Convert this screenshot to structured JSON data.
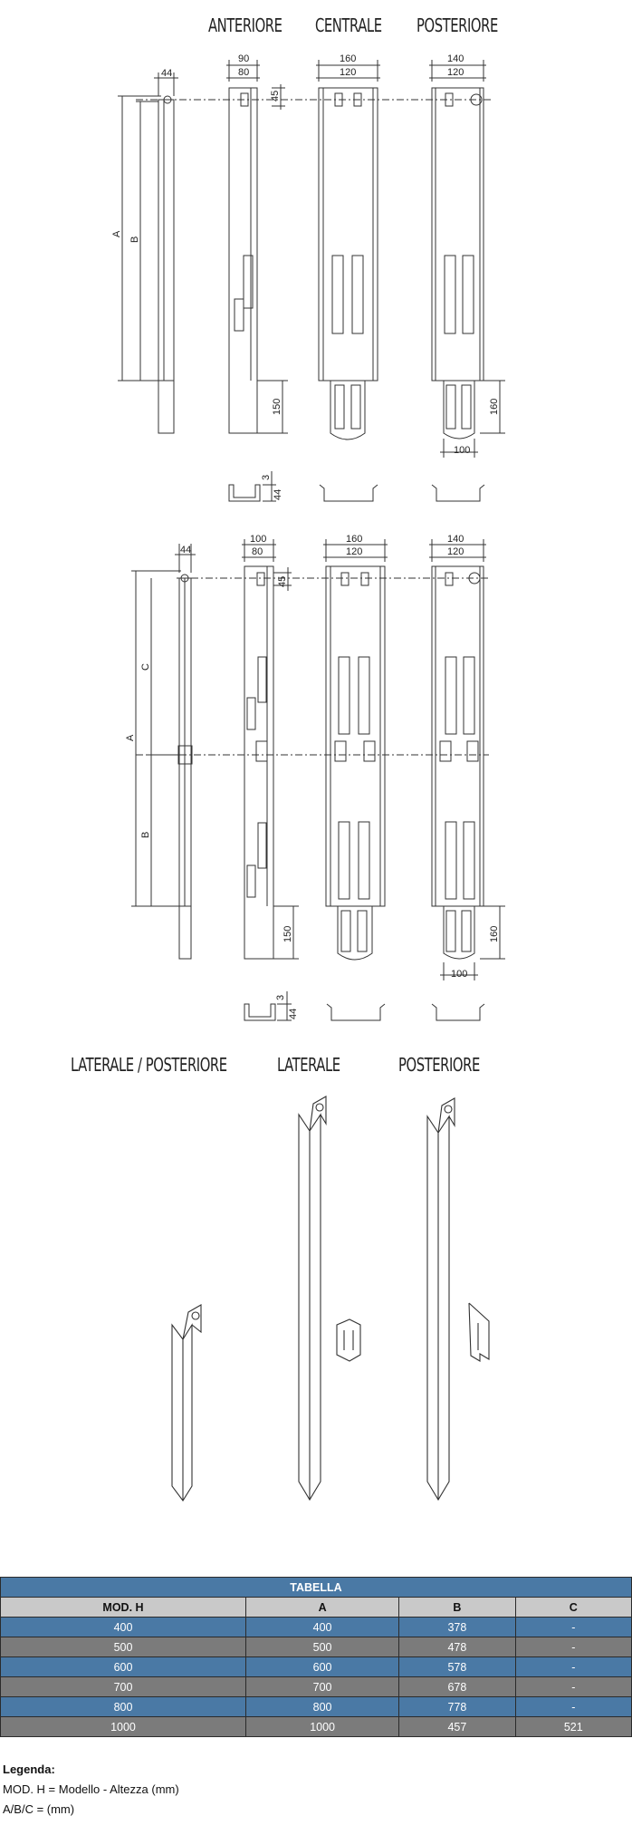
{
  "headers": {
    "anteriore": "ANTERIORE",
    "centrale": "CENTRALE",
    "posteriore": "POSTERIORE",
    "laterale_posteriore": "LATERALE / POSTERIORE",
    "laterale": "LATERALE",
    "posteriore2": "POSTERIORE"
  },
  "dims1": {
    "d44": "44",
    "d90": "90",
    "d80": "80",
    "d45": "45",
    "d150": "150",
    "d160a": "160",
    "d120a": "120",
    "d140": "140",
    "d120b": "120",
    "d160b": "160",
    "d100": "100",
    "dA": "A",
    "dB": "B",
    "d3": "3",
    "d44b": "44"
  },
  "dims2": {
    "d44": "44",
    "d100": "100",
    "d80": "80",
    "d45": "45",
    "d150": "150",
    "d160a": "160",
    "d120a": "120",
    "d140": "140",
    "d120b": "120",
    "d160b": "160",
    "d100b": "100",
    "dA": "A",
    "dB": "B",
    "dC": "C",
    "d3": "3",
    "d44b": "44"
  },
  "table": {
    "title": "TABELLA",
    "columns": [
      "MOD. H",
      "A",
      "B",
      "C"
    ],
    "rows": [
      [
        "400",
        "400",
        "378",
        "-"
      ],
      [
        "500",
        "500",
        "478",
        "-"
      ],
      [
        "600",
        "600",
        "578",
        "-"
      ],
      [
        "700",
        "700",
        "678",
        "-"
      ],
      [
        "800",
        "800",
        "778",
        "-"
      ],
      [
        "1000",
        "1000",
        "457",
        "521"
      ]
    ]
  },
  "legend": {
    "title": "Legenda:",
    "line1": "MOD. H = Modello - Altezza (mm)",
    "line2": "A/B/C = (mm)"
  }
}
